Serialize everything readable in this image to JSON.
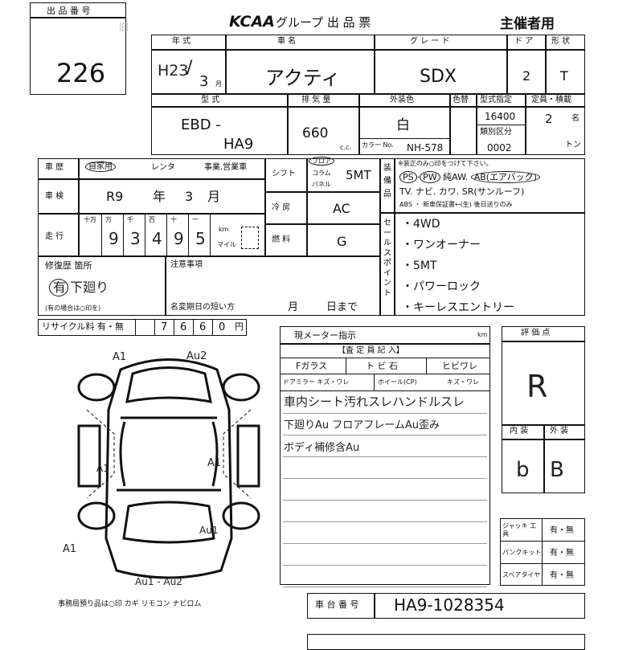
{
  "lot": {
    "label": "出 品 番 号",
    "number": "226"
  },
  "header": {
    "brand": "KCAA",
    "group": "グループ 出 品 票",
    "role": "主催者用",
    "left_mark": "旧"
  },
  "top": {
    "h_year": "年 式",
    "h_name": "車 名",
    "h_grade": "グ レ ー ド",
    "h_door": "ド ア",
    "h_shape": "形 状",
    "year_era": "H23",
    "year_month": "3",
    "month_unit": "月",
    "name": "アクティ",
    "grade": "SDX",
    "doors": "2",
    "shape": "T"
  },
  "spec": {
    "h_model": "型 式",
    "h_disp": "排 気 量",
    "h_color": "外装色",
    "h_color2": "色替",
    "h_typeno": "型式指定",
    "h_cat": "類別区分",
    "h_capacity": "定員・積載",
    "model1": "EBD -",
    "model2": "HA9",
    "displacement": "660",
    "cc": "c.c.",
    "color": "白",
    "color_no_label": "カラー No.",
    "color_no": "NH-578",
    "typeno": "16400",
    "category": "0002",
    "capacity": "2",
    "capacity_unit": "名",
    "load_unit": "トン"
  },
  "history": {
    "label": "車 歴",
    "options": [
      "自家用",
      "レンタ",
      "事業.営業車"
    ]
  },
  "inspection": {
    "label": "車 検",
    "era": "R9",
    "year_unit": "年",
    "month": "3",
    "month_unit": "月"
  },
  "mileage": {
    "label": "走 行",
    "units": [
      "十万",
      "万",
      "千",
      "百",
      "十",
      "一"
    ],
    "digits": [
      "",
      "9",
      "3",
      "4",
      "9",
      "5"
    ],
    "km": "km",
    "mile": "マイル"
  },
  "shift": {
    "label": "シフト",
    "options": [
      "フロア",
      "コラム",
      "パネル"
    ],
    "value": "5MT"
  },
  "aircon": {
    "label": "冷 房",
    "value": "AC"
  },
  "fuel": {
    "label": "燃 料",
    "value": "G"
  },
  "equipment": {
    "label": "装備品",
    "note": "※装正のみ○印をつけて下さい。",
    "line1": [
      "PS",
      "PW",
      "純AW.",
      "AB(エアバック)"
    ],
    "line2": "TV. ナビ. カワ. SR(サンルーフ)",
    "line3": "ABS ・ 新車保証書←(生) 後日送りのみ"
  },
  "points": {
    "label": "セールスポイント",
    "items": [
      "・4WD",
      "・ワンオーナー",
      "・5MT",
      "・パワーロック",
      "・キーレスエントリー"
    ]
  },
  "repair": {
    "label": "修復歴 箇所",
    "value": "有 下廻り",
    "note": "(有の場合は○印を)"
  },
  "notes": {
    "label": "注意事項",
    "deadline": "名変期日の短い方",
    "month": "月",
    "day": "日まで"
  },
  "recycle": {
    "label": "リサイクル料 有・無",
    "digits": [
      "",
      "7",
      "6",
      "6",
      "0"
    ],
    "unit": "円"
  },
  "meter": {
    "label": "現メーター指示",
    "unit": "km"
  },
  "inspector": {
    "label": "【査 定 員 記 入】",
    "row1": [
      "Fガラス",
      "ト ビ 石",
      "ヒビワレ"
    ],
    "row2": [
      "ドアミラー キズ・ワレ",
      "ホイール(CP)",
      "キズ・ワレ"
    ],
    "comments": [
      "車内シート汚れスレハンドルスレ",
      "下廻りAu フロアフレームAu歪み",
      "ボディ補修含Au"
    ]
  },
  "score": {
    "label": "評 価 点",
    "value": "R",
    "interior_label": "内 装",
    "exterior_label": "外 装",
    "interior": "b",
    "exterior": "B"
  },
  "tools": {
    "rows": [
      {
        "label": "ジャッキ 工 具",
        "value": "有・無"
      },
      {
        "label": "パンクキット",
        "value": "有・無"
      },
      {
        "label": "スペアタイヤ",
        "value": "有・無"
      }
    ]
  },
  "chassis": {
    "label": "車 台 番 号",
    "value": "HA9-1028354"
  },
  "diagram": {
    "marks": [
      "A1",
      "Au2",
      "A1",
      "A1",
      "Au1",
      "A1",
      "Au1 - Au2"
    ],
    "footer": "事務局預り品は○印 カギ リモコン ナビロム"
  }
}
